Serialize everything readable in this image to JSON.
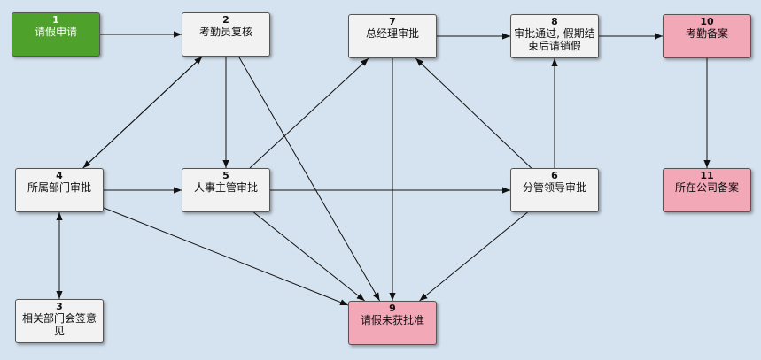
{
  "colors": {
    "background": "#d5e2ef",
    "node_default": "#f2f2f2",
    "node_start": "#4ea12b",
    "node_final": "#f3a8b8",
    "edge": "#111111"
  },
  "nodes": {
    "n1": {
      "num": "1",
      "label": "请假申请",
      "kind": "start"
    },
    "n2": {
      "num": "2",
      "label": "考勤员复核",
      "kind": "default"
    },
    "n3": {
      "num": "3",
      "label": "相关部门会签意见",
      "kind": "default"
    },
    "n4": {
      "num": "4",
      "label": "所属部门审批",
      "kind": "default"
    },
    "n5": {
      "num": "5",
      "label": "人事主管审批",
      "kind": "default"
    },
    "n6": {
      "num": "6",
      "label": "分管领导审批",
      "kind": "default"
    },
    "n7": {
      "num": "7",
      "label": "总经理审批",
      "kind": "default"
    },
    "n8": {
      "num": "8",
      "label": "审批通过, 假期结束后请销假",
      "kind": "default"
    },
    "n9": {
      "num": "9",
      "label": "请假未获批准",
      "kind": "final"
    },
    "n10": {
      "num": "10",
      "label": "考勤备案",
      "kind": "final"
    },
    "n11": {
      "num": "11",
      "label": "所在公司备案",
      "kind": "final"
    }
  },
  "edges": [
    {
      "from": "n1",
      "to": "n2"
    },
    {
      "from": "n2",
      "to": "n4"
    },
    {
      "from": "n2",
      "to": "n5"
    },
    {
      "from": "n2",
      "to": "n9"
    },
    {
      "from": "n4",
      "to": "n2"
    },
    {
      "from": "n4",
      "to": "n5"
    },
    {
      "from": "n4",
      "to": "n9"
    },
    {
      "from": "n4",
      "to": "n3",
      "bidirectional": true
    },
    {
      "from": "n5",
      "to": "n7"
    },
    {
      "from": "n5",
      "to": "n6"
    },
    {
      "from": "n5",
      "to": "n9"
    },
    {
      "from": "n7",
      "to": "n8"
    },
    {
      "from": "n7",
      "to": "n9"
    },
    {
      "from": "n6",
      "to": "n7"
    },
    {
      "from": "n6",
      "to": "n8"
    },
    {
      "from": "n6",
      "to": "n9"
    },
    {
      "from": "n8",
      "to": "n10"
    },
    {
      "from": "n10",
      "to": "n11"
    }
  ]
}
